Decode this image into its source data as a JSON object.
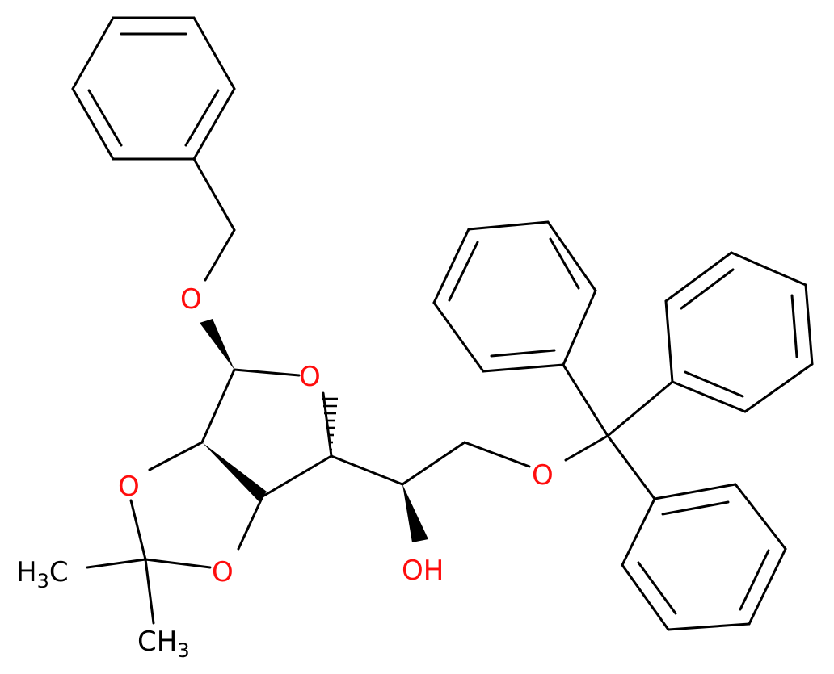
{
  "labels": {
    "o_benzyl": "O",
    "o_ring": "O",
    "o_acetal_left": "O",
    "o_acetal_right": "O",
    "o_trityl": "O",
    "oh": "OH",
    "methyl_left_main": "H",
    "methyl_left_sub": "3",
    "methyl_left_tail": "C",
    "methyl_bottom_main": "CH",
    "methyl_bottom_sub": "3"
  },
  "colors": {
    "oxygen": "#ff0d0d",
    "carbon": "#000000",
    "background": "#ffffff"
  }
}
